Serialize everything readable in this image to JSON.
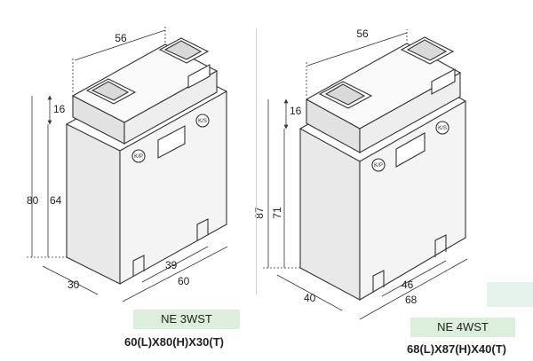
{
  "products": [
    {
      "model": "NE 3WST",
      "spec": "60(L)X80(H)X30(T)",
      "dimensions": {
        "top_width": "56",
        "step": "16",
        "height_total": "80",
        "height_body": "64",
        "depth": "30",
        "length": "60",
        "slot_gap": "39"
      },
      "terminal_labels": [
        "K/S",
        "K/P"
      ]
    },
    {
      "model": "NE 4WST",
      "spec": "68(L)X87(H)X40(T)",
      "dimensions": {
        "top_width": "56",
        "step": "16",
        "height_total": "87",
        "height_body": "71",
        "depth": "40",
        "length": "68",
        "slot_gap": "46"
      },
      "terminal_labels": [
        "K/S",
        "K/P"
      ]
    }
  ]
}
